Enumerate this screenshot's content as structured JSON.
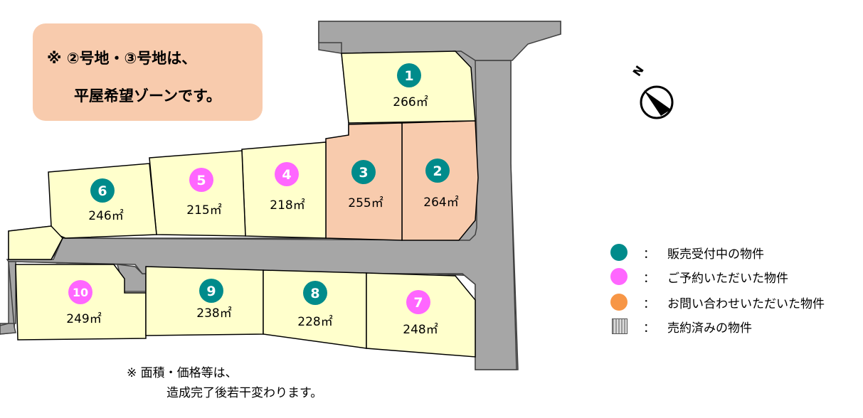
{
  "notice": {
    "line1": "※ ②号地・③号地は、",
    "line2": "平屋希望ゾーンです。"
  },
  "lots": [
    {
      "id": "1",
      "area": "266㎡",
      "status": "available"
    },
    {
      "id": "2",
      "area": "264㎡",
      "status": "available"
    },
    {
      "id": "3",
      "area": "255㎡",
      "status": "available"
    },
    {
      "id": "4",
      "area": "218㎡",
      "status": "reserved"
    },
    {
      "id": "5",
      "area": "215㎡",
      "status": "reserved"
    },
    {
      "id": "6",
      "area": "246㎡",
      "status": "available"
    },
    {
      "id": "7",
      "area": "248㎡",
      "status": "reserved"
    },
    {
      "id": "8",
      "area": "228㎡",
      "status": "available"
    },
    {
      "id": "9",
      "area": "238㎡",
      "status": "available"
    },
    {
      "id": "10",
      "area": "249㎡",
      "status": "reserved"
    }
  ],
  "highlighted_lots_color": "#f8cbad",
  "lot_color": "#ffffcc",
  "road_color": "#a6a6a6",
  "legend": [
    {
      "color": "#008b8b",
      "colon": "：",
      "label": "販売受付中の物件"
    },
    {
      "color": "#ff66ff",
      "colon": "：",
      "label": "ご予約いただいた物件"
    },
    {
      "color": "#f79646",
      "colon": "：",
      "label": "お問い合わせいただいた物件"
    },
    {
      "pattern": "striped-gray",
      "colon": "：",
      "label": "売約済みの物件"
    }
  ],
  "footnote": {
    "line1": "※ 面積・価格等は、",
    "line2": "造成完了後若干変わります。"
  },
  "compass": {
    "label": "N",
    "icon": "north-arrow-icon"
  }
}
